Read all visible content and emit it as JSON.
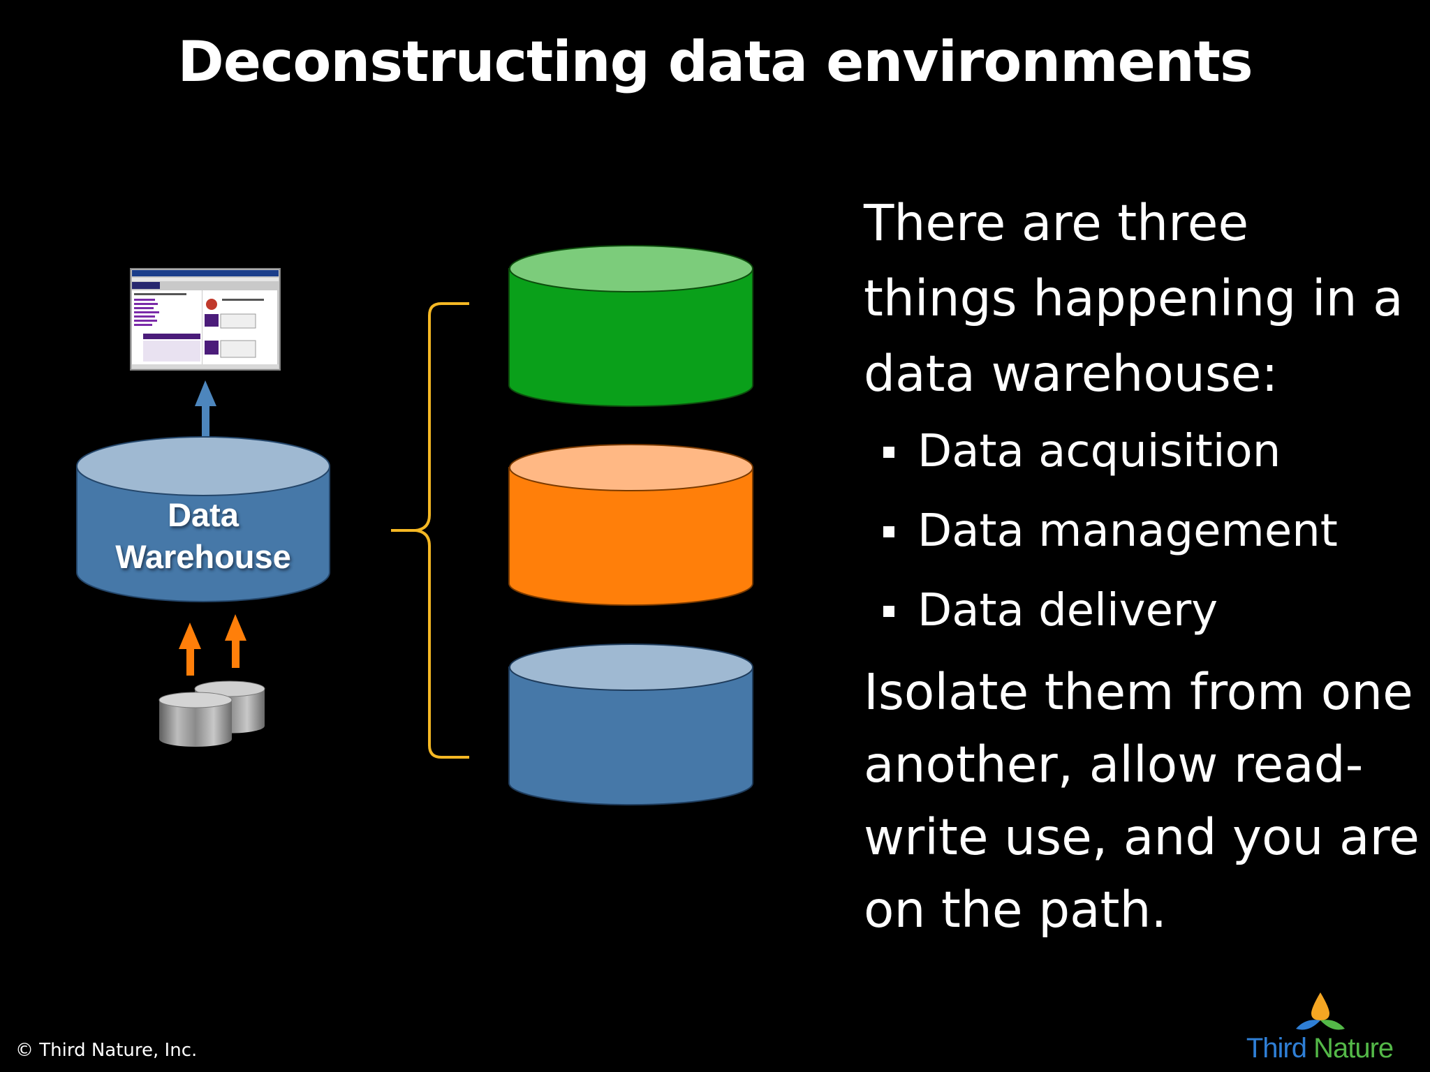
{
  "slide": {
    "title": "Deconstructing data environments"
  },
  "diagram": {
    "warehouse_label_line1": "Data",
    "warehouse_label_line2": "Warehouse",
    "colors": {
      "warehouse_body": "#4678a8",
      "warehouse_top": "#9fb9d2",
      "green_body": "#0aa01a",
      "green_top": "#7ccc7b",
      "orange_body": "#ff7f0a",
      "orange_top": "#ffb884",
      "blue_body": "#4678a8",
      "blue_top": "#9fb9d2",
      "brace": "#f5b824",
      "arrow_up": "#4d86bd",
      "arrow_source": "#ff7f0a"
    },
    "icons": [
      "report-screenshot-icon",
      "source-database-icon",
      "arrow-up-icon",
      "curly-brace-icon"
    ]
  },
  "text": {
    "intro_lines": [
      "There are three",
      "things happening in a",
      "data warehouse:"
    ],
    "bullets": [
      "Data acquisition",
      "Data management",
      "Data delivery"
    ],
    "closing_lines": [
      "Isolate them from one",
      "another, allow read-",
      "write use, and you are",
      "on the path."
    ]
  },
  "footer": {
    "copyright": "© Third Nature, Inc.",
    "logo_word_1": "Third",
    "logo_word_2": "Nature"
  }
}
